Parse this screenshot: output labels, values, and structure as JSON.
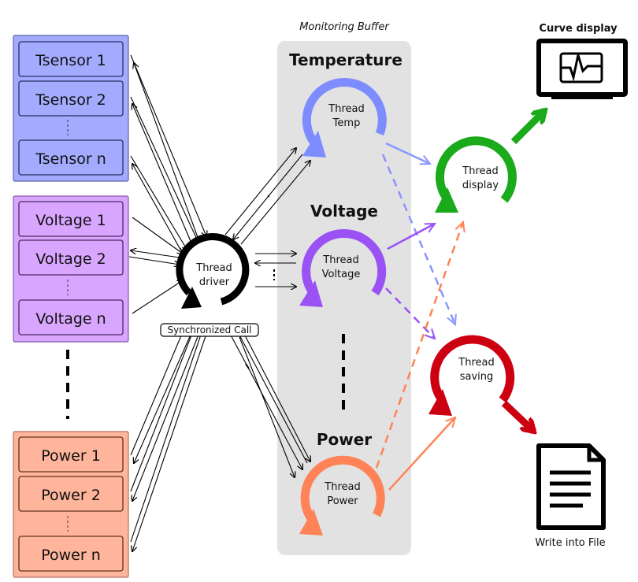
{
  "buffer_title": "Monitoring Buffer",
  "sensor_groups": {
    "temperature": {
      "items": [
        "Tsensor 1",
        "Tsensor 2",
        "Tsensor n"
      ],
      "fill": "#a3abff",
      "stroke": "#5e63a8"
    },
    "voltage": {
      "items": [
        "Voltage 1",
        "Voltage 2",
        "Voltage n"
      ],
      "fill": "#d8a6ff",
      "stroke": "#8a5aa8"
    },
    "power": {
      "items": [
        "Power 1",
        "Power 2",
        "Power n"
      ],
      "fill": "#ffb59b",
      "stroke": "#b07260"
    }
  },
  "driver": {
    "label_line1": "Thread",
    "label_line2": "driver",
    "sync_label": "Synchronized Call",
    "color": "#000000"
  },
  "buffer_sections": {
    "temperature": {
      "heading": "Temperature",
      "line1": "Thread",
      "line2": "Temp",
      "color": "#7d8cff"
    },
    "voltage": {
      "heading": "Voltage",
      "line1": "Thread",
      "line2": "Voltage",
      "color": "#9a52f5"
    },
    "power": {
      "heading": "Power",
      "line1": "Thread",
      "line2": "Power",
      "color": "#ff8356"
    }
  },
  "display_thread": {
    "line1": "Thread",
    "line2": "display",
    "color": "#1aaa1a"
  },
  "saving_thread": {
    "line1": "Thread",
    "line2": "saving",
    "color": "#cc0010"
  },
  "outputs": {
    "curve_display": "Curve display",
    "write_file": "Write into File"
  }
}
